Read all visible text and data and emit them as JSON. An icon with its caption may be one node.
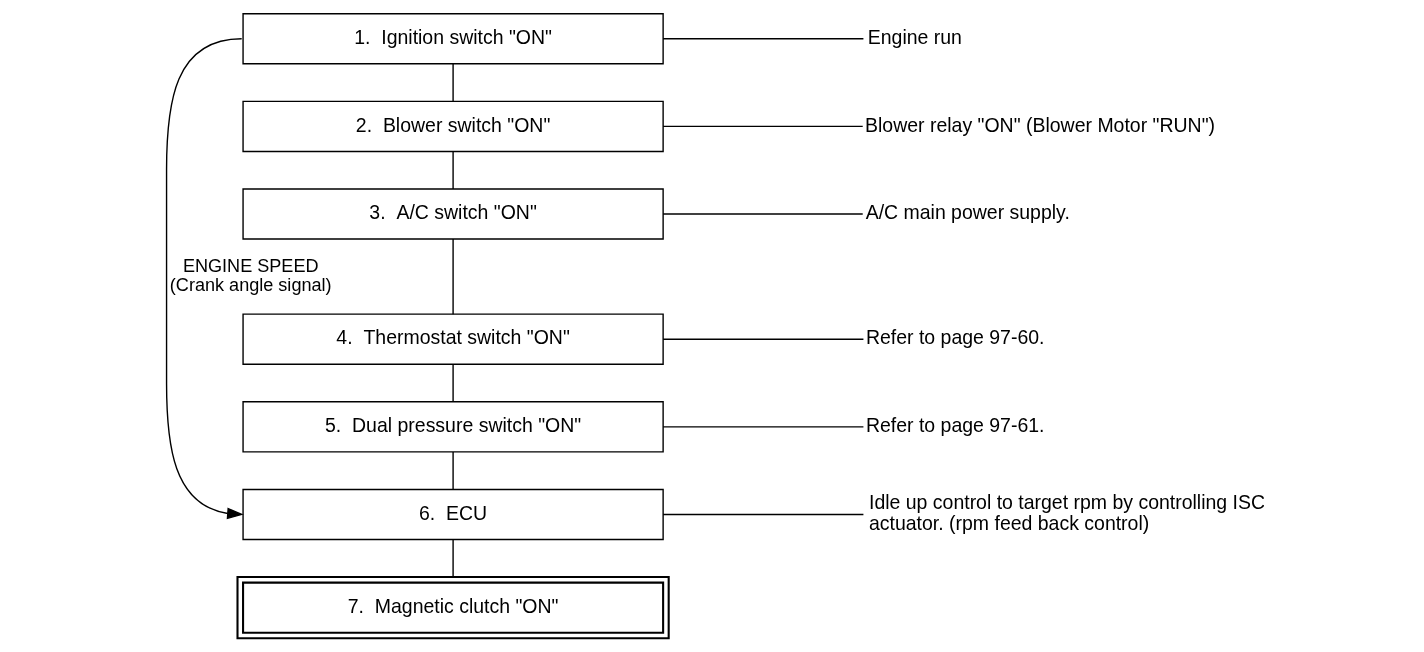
{
  "diagram": {
    "nodes": [
      {
        "text": [
          "1.  Ignition switch \"ON\""
        ]
      },
      {
        "text": [
          "2.  Blower switch \"ON\""
        ]
      },
      {
        "text": [
          "3.  A/C switch \"ON\""
        ]
      },
      {
        "text": [
          "4.  Thermostat switch \"ON\""
        ]
      },
      {
        "text": [
          "5.  Dual pressure switch \"ON\""
        ]
      },
      {
        "text": [
          "6.  ECU"
        ]
      },
      {
        "text": [
          "7.  Magnetic clutch \"ON\""
        ]
      },
      {
        "text": [
          "Engine run"
        ]
      },
      {
        "text": [
          "Blower relay \"ON\" (Blower Motor \"RUN\")"
        ]
      },
      {
        "text": [
          "A/C main power supply."
        ]
      },
      {
        "text": [
          "Refer to page 97-60."
        ]
      },
      {
        "text": [
          "Refer to page 97-61."
        ]
      },
      {
        "text": [
          "Idle up control to target rpm by controlling ISC actuator. (rpm feed back control)"
        ]
      }
    ],
    "edges": [
      {
        "from": 0,
        "to": 1,
        "arrow": "none"
      },
      {
        "from": 1,
        "to": 2,
        "arrow": "none"
      },
      {
        "from": 2,
        "to": 3,
        "arrow": "none"
      },
      {
        "from": 3,
        "to": 4,
        "arrow": "none"
      },
      {
        "from": 4,
        "to": 5,
        "arrow": "none"
      },
      {
        "from": 5,
        "to": 6,
        "arrow": "none"
      },
      {
        "from": 0,
        "to": 7,
        "arrow": "none"
      },
      {
        "from": 1,
        "to": 8,
        "arrow": "none"
      },
      {
        "from": 2,
        "to": 9,
        "arrow": "none"
      },
      {
        "from": 3,
        "to": 10,
        "arrow": "none"
      },
      {
        "from": 4,
        "to": 11,
        "arrow": "none"
      },
      {
        "from": 5,
        "to": 12,
        "arrow": "none"
      },
      {
        "from": 0,
        "to": 5,
        "arrow": "to",
        "label": "ENGINE SPEED (Crank angle signal)"
      }
    ]
  }
}
